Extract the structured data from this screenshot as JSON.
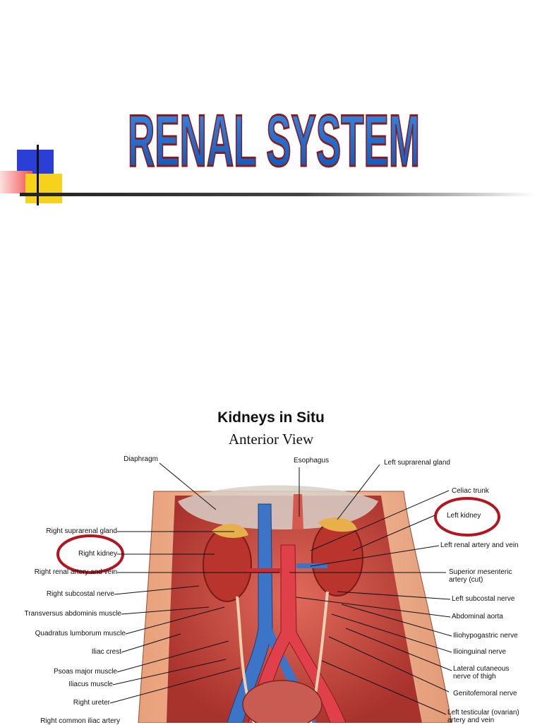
{
  "slide": {
    "title": "RENAL SYSTEM",
    "colors": {
      "title_fill": "#1a66c9",
      "title_outline": "#8b1a1a",
      "deco_blue": "#2b3fd6",
      "deco_yellow": "#f6d21a",
      "deco_red": "#f05050"
    }
  },
  "figure": {
    "title": "Kidneys in Situ",
    "subtitle": "Anterior View",
    "highlight_color": "#b5141e",
    "labels_left": [
      "Diaphragm",
      "Right suprarenal gland",
      "Right kidney",
      "Right renal artery and vein",
      "Right subcostal nerve",
      "Transversus abdominis muscle",
      "Quadratus lumborum muscle",
      "Iliac crest",
      "Psoas major muscle",
      "Iliacus muscle",
      "Right ureter",
      "Right common iliac artery"
    ],
    "labels_top": [
      "Esophagus",
      "Left suprarenal gland"
    ],
    "labels_right": [
      "Celiac trunk",
      "Left kidney",
      "Left renal artery and vein",
      "Superior mesenteric artery (cut)",
      "Left subcostal nerve",
      "Abdominal aorta",
      "Iliohypogastric nerve",
      "Ilioinguinal nerve",
      "Lateral cutaneous nerve of thigh",
      "Genitofemoral nerve",
      "Left testicular (ovarian) artery and vein"
    ]
  }
}
